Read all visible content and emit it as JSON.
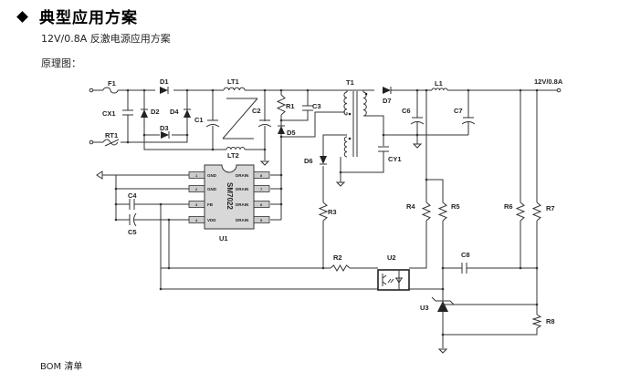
{
  "section": {
    "bullet_icon": "diamond-icon",
    "title": "典型应用方案"
  },
  "subtitle": "12V/0.8A 反激电源应用方案",
  "schematic_label": "原理图：",
  "schematic": {
    "output_label": "12V/0.8A",
    "chip_name": "SM7022",
    "chip_ref": "U1",
    "pins": [
      {
        "num": "1",
        "name": "GND"
      },
      {
        "num": "2",
        "name": "GND"
      },
      {
        "num": "3",
        "name": "FB"
      },
      {
        "num": "4",
        "name": "VDD"
      },
      {
        "num": "8",
        "name": "DRAIN"
      },
      {
        "num": "7",
        "name": "DRAIN"
      },
      {
        "num": "6",
        "name": "DRAIN"
      },
      {
        "num": "5",
        "name": "DRAIN"
      }
    ],
    "labels": {
      "F1": "F1",
      "CX1": "CX1",
      "RT1": "RT1",
      "D1": "D1",
      "D2": "D2",
      "D3": "D3",
      "D4": "D4",
      "LT1": "LT1",
      "LT2": "LT2",
      "C1": "C1",
      "C2": "C2",
      "R1": "R1",
      "C3": "C3",
      "D5": "D5",
      "T1": "T1",
      "D6": "D6",
      "R3": "R3",
      "D7": "D7",
      "C6": "C6",
      "L1": "L1",
      "C7": "C7",
      "CY1": "CY1",
      "C4": "C4",
      "C5": "C5",
      "R4": "R4",
      "R5": "R5",
      "R6": "R6",
      "R7": "R7",
      "R2": "R2",
      "U2": "U2",
      "C8": "C8",
      "U3": "U3",
      "R8": "R8"
    }
  },
  "bom_heading": "BOM 清单"
}
